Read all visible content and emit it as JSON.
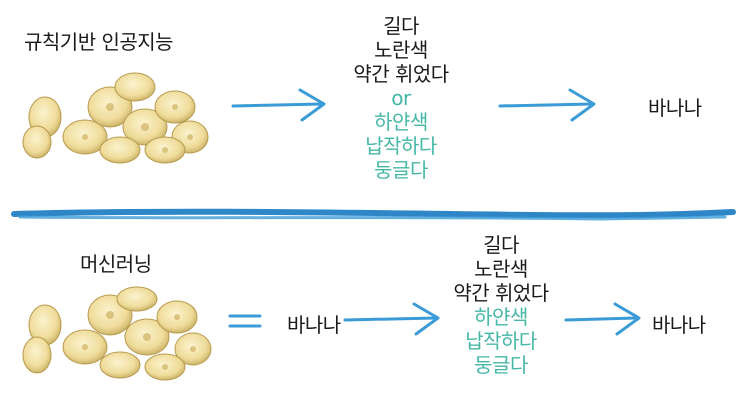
{
  "top": {
    "title": "규칙기반 인공지능",
    "features": [
      "길다",
      "노란색",
      "약간 휘었다"
    ],
    "connector": "or",
    "alt_features": [
      "하얀색",
      "납작하다",
      "둥글다"
    ],
    "result": "바나나"
  },
  "bottom": {
    "title": "머신러닝",
    "equals_label": "바나나",
    "features": [
      "길다",
      "노란색",
      "약간 휘었다"
    ],
    "alt_features": [
      "하얀색",
      "납작하다",
      "둥글다"
    ],
    "result": "바나나"
  },
  "colors": {
    "arrow": "#3b9bd6",
    "teal_text": "#45b7a6",
    "divider": "#2f86c7",
    "banana": "#f2e3a6"
  },
  "images": [
    "banana-slices-image",
    "banana-slices-image"
  ]
}
